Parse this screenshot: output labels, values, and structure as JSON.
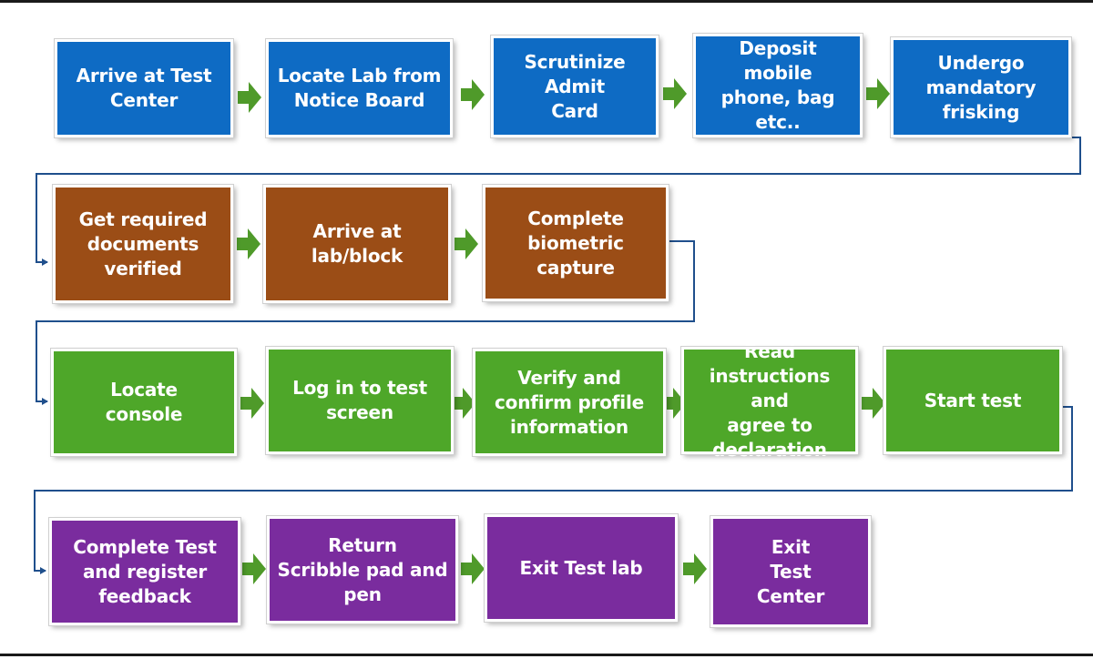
{
  "colors": {
    "blue": "#0e6bc4",
    "brown": "#9b4d16",
    "green": "#4ea729",
    "purple": "#7a2c9e",
    "arrow": "#4f9a2a",
    "connector": "#1f4f8c"
  },
  "rows": [
    {
      "color": "blue",
      "steps": [
        {
          "label": "Arrive at Test\nCenter"
        },
        {
          "label": "Locate Lab from\nNotice Board"
        },
        {
          "label": "Scrutinize\nAdmit\nCard"
        },
        {
          "label": "Deposit\nmobile\nphone, bag\netc.."
        },
        {
          "label": "Undergo\nmandatory\nfrisking"
        }
      ]
    },
    {
      "color": "brown",
      "steps": [
        {
          "label": "Get required\ndocuments\nverified"
        },
        {
          "label": "Arrive at\nlab/block"
        },
        {
          "label": "Complete\nbiometric\ncapture"
        }
      ]
    },
    {
      "color": "green",
      "steps": [
        {
          "label": "Locate\nconsole"
        },
        {
          "label": "Log in to test\nscreen"
        },
        {
          "label": "Verify and\nconfirm profile\ninformation"
        },
        {
          "label": "Read\ninstructions and\nagree to\ndeclaration"
        },
        {
          "label": "Start test"
        }
      ]
    },
    {
      "color": "purple",
      "steps": [
        {
          "label": "Complete Test\nand register\nfeedback"
        },
        {
          "label": "Return\nScribble pad and\npen"
        },
        {
          "label": "Exit Test lab"
        },
        {
          "label": "Exit\nTest\nCenter"
        }
      ]
    }
  ]
}
